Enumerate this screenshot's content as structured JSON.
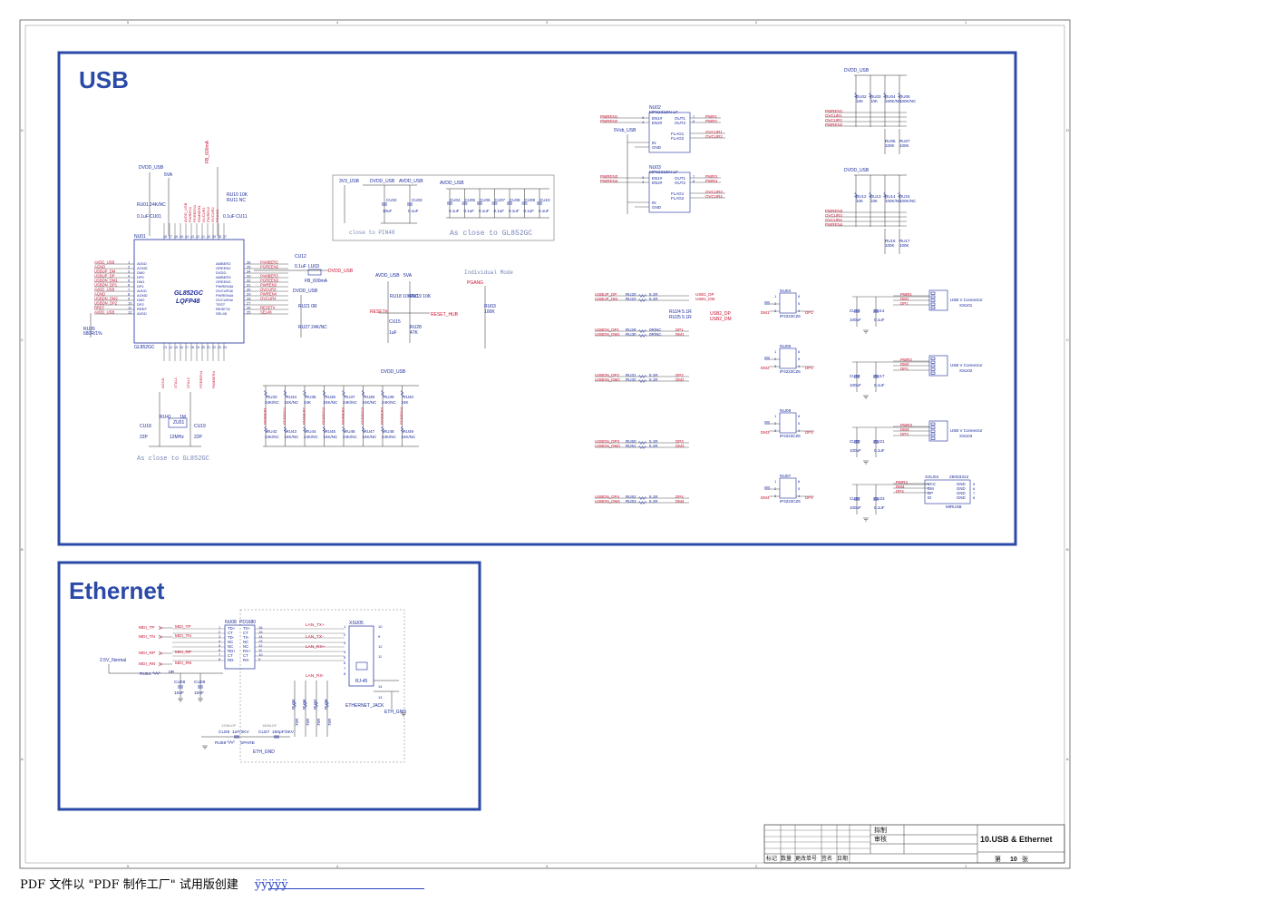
{
  "colors": {
    "frame": "#2b4aa8",
    "net": "#c8102e",
    "part": "#1a2a9c",
    "note": "#7a86b8",
    "wire": "#2a2a2a"
  },
  "sections": {
    "usb": "USB",
    "ethernet": "Ethernet"
  },
  "hub": {
    "ref": "NU01",
    "part": "GL852GC",
    "title": "GL852GC",
    "pkg": "LQFP48",
    "left_pins": [
      {
        "n": "1",
        "name": "AVDD",
        "net": "AVDD_USB"
      },
      {
        "n": "2",
        "name": "AGND",
        "net": "AGND"
      },
      {
        "n": "3",
        "name": "DM0",
        "net": "USBUP_DM"
      },
      {
        "n": "4",
        "name": "DP0",
        "net": "USBUP_DP"
      },
      {
        "n": "5",
        "name": "DM1",
        "net": "USBDN_DM1"
      },
      {
        "n": "6",
        "name": "DP1",
        "net": "USBDN_DP1"
      },
      {
        "n": "7",
        "name": "AVDD",
        "net": "AVDD_USB"
      },
      {
        "n": "8",
        "name": "AGND",
        "net": "AGND"
      },
      {
        "n": "9",
        "name": "DM2",
        "net": "USBDN_DM2"
      },
      {
        "n": "10",
        "name": "DP2",
        "net": "USBDN_DP2"
      },
      {
        "n": "11",
        "name": "RREF",
        "net": "RREF"
      },
      {
        "n": "12",
        "name": "AVDD",
        "net": "AVDD_USB"
      }
    ],
    "right_pins": [
      {
        "n": "36",
        "name": "AMBER2",
        "net": "PAMBER2"
      },
      {
        "n": "35",
        "name": "GREEN2",
        "net": "PGREEN2"
      },
      {
        "n": "34",
        "name": "DVDD",
        "net": ""
      },
      {
        "n": "33",
        "name": "AMBER3",
        "net": "PAMBER3"
      },
      {
        "n": "32",
        "name": "GREEN3",
        "net": "PGREEN3"
      },
      {
        "n": "31",
        "name": "PWREN3#",
        "net": "PWREN3"
      },
      {
        "n": "30",
        "name": "OVCUR3#",
        "net": "OVCUR3"
      },
      {
        "n": "29",
        "name": "PWREN4#",
        "net": "PWREN4"
      },
      {
        "n": "28",
        "name": "OVCUR4#",
        "net": "OVCUR4"
      },
      {
        "n": "27",
        "name": "TEST",
        "net": ""
      },
      {
        "n": "26",
        "name": "RESET#",
        "net": "RESET#"
      },
      {
        "n": "25",
        "name": "SEL48",
        "net": "SEL48"
      }
    ],
    "top_nets": [
      "AVDD_USB",
      "PWREN1",
      "PGREEN1",
      "PAMBER1",
      "OVCUR1",
      "PWREN2",
      "OVCUR2",
      "PGANG"
    ],
    "bottom_nets": [
      "AGND",
      "XTAL1",
      "XTAL2",
      "PGREEN4",
      "PAMBER4"
    ]
  },
  "labels": {
    "dvdd_usb": "DVDD_USB",
    "avdd_usb": "AVDD_USB",
    "v5": "5VA",
    "v3v3": "3V3_USB",
    "vbus": "5Vsb_USB",
    "close_pin48": "close to PIN48",
    "as_close_gl852gc": "As close to GL852GC",
    "as_close_to_gl852gc": "As close to GL852GC",
    "individual_mode": "Individual Mode",
    "pgang": "PGANG",
    "reset_hub": "RESET_HUB",
    "reset": "RESET#",
    "fb": "FB_600mA",
    "eth_gnd": "ETH_GND",
    "v2v5": "2.5V_Normal",
    "rj45": "RJ-45",
    "eth_jack": "ETHERNET_JACK",
    "mirusb": "MIRUSB",
    "part_no": "25003312"
  },
  "power_switches": [
    {
      "ref": "NU02",
      "part": "MP6231DN-LF",
      "in": [
        "PWREN1",
        "PWREN2"
      ],
      "out": [
        "PWR1",
        "PWR2"
      ],
      "flag": [
        "OVCUR1",
        "OVCUR2"
      ]
    },
    {
      "ref": "NU03",
      "part": "MP6231DN-LF",
      "in": [
        "PWREN3",
        "PWREN4"
      ],
      "out": [
        "PWR3",
        "PWR4"
      ],
      "flag": [
        "OVCUR3",
        "OVCUR4"
      ]
    }
  ],
  "pull_groups": [
    {
      "refs": [
        "RU02",
        "RU03",
        "RU04",
        "RU05"
      ],
      "vals": [
        "10K",
        "10K",
        "100K/NC",
        "100K/NC"
      ],
      "nets": [
        "PWREN1",
        "OVCUR1",
        "OVCUR2",
        "PWREN2"
      ],
      "lower": [
        "RU06 100K",
        "RU07 100K"
      ]
    },
    {
      "refs": [
        "RU12",
        "RU13",
        "RU14",
        "RU15"
      ],
      "vals": [
        "10K",
        "10K",
        "100K/NC",
        "100K/NC"
      ],
      "nets": [
        "PWREN3",
        "OVCUR3",
        "OVCUR4",
        "PWREN4"
      ],
      "lower": [
        "RU16 100K",
        "RU17 100K"
      ]
    }
  ],
  "decoupling": {
    "c_a": [
      "CU02 10uF",
      "CU03 0.1uF"
    ],
    "c_b": [
      "CU04 0.1uF",
      "CU05 0.1uF",
      "CU06 0.1uF",
      "CU07 0.1uF",
      "CU08 0.1uF",
      "CU09 0.1uF",
      "CU10 0.1uF"
    ]
  },
  "led_resistors": {
    "top": [
      "RU33 24K/NC",
      "RU34 24K/NC",
      "RU35 24K",
      "RU36 24K/NC",
      "RU37 24K/NC",
      "RU38 24K/NC",
      "RU39 24K/NC",
      "RU40 24K"
    ],
    "bottom": [
      "RU42 24K/NC",
      "RU43 24K/NC",
      "RU44 24K/NC",
      "RU45 24K/NC",
      "RU46 24K/NC",
      "RU47 24K/NC",
      "RU48 24K/NC",
      "RU49 24K/NC"
    ],
    "nets": [
      "PAMBER1",
      "PGREEN1",
      "PAMBER2",
      "PGREEN2",
      "PAMBER3",
      "PGREEN3",
      "PAMBER4",
      "PGREEN4"
    ]
  },
  "series_rows": [
    {
      "a": "USBUP_DP",
      "b": "USBUP_DM",
      "r": [
        "RU20 5.1R",
        "RU22 5.1R"
      ],
      "o": [
        "USB1_DP",
        "USB1_DM"
      ]
    },
    {
      "a": "USBDN_DP1",
      "b": "USBDN_DM1",
      "r": [
        "RU29 0R/NC",
        "RU30 0R/NC"
      ],
      "o": [
        "DP1",
        "DM1"
      ]
    },
    {
      "a": "USBDN_DP2",
      "b": "USBDN_DM2",
      "r": [
        "RU31 5.1R",
        "RU32 5.1R"
      ],
      "o": [
        "DP2",
        "DM2"
      ]
    },
    {
      "a": "USBDN_DP3",
      "b": "USBDN_DM3",
      "r": [
        "RU50 5.1R",
        "RU51 5.1R"
      ],
      "o": [
        "DP3",
        "DM3"
      ]
    },
    {
      "a": "USBDN_DP4",
      "b": "USBDN_DM4",
      "r": [
        "RU52 5.1R",
        "RU53 5.1R"
      ],
      "o": [
        "DP4",
        "DM4"
      ]
    }
  ],
  "esd": [
    {
      "ref": "NU04",
      "part": "IP4223CZ6",
      "a": "DM1",
      "b": "DP1"
    },
    {
      "ref": "NU05",
      "part": "IP4223CZ6",
      "a": "DM2",
      "b": "DP2"
    },
    {
      "ref": "NU06",
      "part": "IP4223CZ6",
      "a": "DM3",
      "b": "DP3"
    },
    {
      "ref": "NU07",
      "part": "IP4223CZ6",
      "a": "DM4",
      "b": "DP4"
    }
  ],
  "connectors": [
    {
      "ref": "XSU01",
      "name": "USB V Connector",
      "nets": [
        "PWR1",
        "DM1",
        "DP1"
      ],
      "caps": [
        "CU13 100uF",
        "CU14 0.1uF"
      ]
    },
    {
      "ref": "XSU02",
      "name": "USB V Connector",
      "nets": [
        "PWR2",
        "DM2",
        "DP2"
      ],
      "caps": [
        "CU16 100uF",
        "CU17 0.1uF"
      ]
    },
    {
      "ref": "XSU03",
      "name": "USB V Connector",
      "nets": [
        "PWR3",
        "DM3",
        "DP3"
      ],
      "caps": [
        "CU20 100uF",
        "CU21 0.1uF"
      ]
    },
    {
      "ref": "XSU04",
      "name": "MIRUSB",
      "nets": [
        "PWR4",
        "DM4",
        "DP4"
      ],
      "caps": [
        "CU22 100uF",
        "CU23 0.1uF"
      ]
    }
  ],
  "magnetics": {
    "ref": "NU08",
    "part": "PD1680",
    "left": [
      [
        "1",
        "TD+"
      ],
      [
        "2",
        "CT"
      ],
      [
        "3",
        "TD-"
      ],
      [
        "4",
        "NC"
      ],
      [
        "5",
        "NC"
      ],
      [
        "6",
        "RD+"
      ],
      [
        "7",
        "CT"
      ],
      [
        "8",
        "RD-"
      ]
    ],
    "right": [
      [
        "16",
        "TX+"
      ],
      [
        "15",
        "CT"
      ],
      [
        "14",
        "TX-"
      ],
      [
        "13",
        "NC"
      ],
      [
        "12",
        "NC"
      ],
      [
        "11",
        "RX+"
      ],
      [
        "10",
        "CT"
      ],
      [
        "9",
        "RX-"
      ]
    ],
    "in_nets": [
      "MDI_TP",
      "MDI_TN",
      "MDI_RP",
      "MDI_RN"
    ],
    "mid_nets": [
      "MDI_TP",
      "MDI_TN",
      "MDI_RP",
      "MDI_RN"
    ],
    "out_nets": [
      "LAN_TX+",
      "LAN_TX-",
      "LAN_RX+",
      "LAN_RX-"
    ],
    "jack": "XSU05",
    "parts": [
      "RU54 0R",
      "CU08 10nF",
      "CU09 10nF",
      "CU26 1nF/2KV",
      "CU27 150pF/3KV",
      "RU55 75R",
      "RU56 75R",
      "RU57 75R",
      "RU58 75R",
      "RU59 SPARE"
    ]
  },
  "title_block": {
    "draw": "拟制",
    "check": "审核",
    "title": "10.USB & Ethernet",
    "cols": [
      "标记",
      "数量",
      "更改单号",
      "签名",
      "日期"
    ],
    "sheet_prefix": "第",
    "sheet_no": "10",
    "sheet_suffix": "张"
  },
  "border": {
    "top": [
      "5",
      "4",
      "3",
      "2",
      "1"
    ],
    "bottom": [
      "5",
      "4",
      "3",
      "2",
      "1"
    ],
    "left": [
      "D",
      "C",
      "B",
      "A"
    ],
    "right": [
      "D",
      "C",
      "B",
      "A"
    ]
  },
  "footer": {
    "text": "PDF 文件以 \"PDF 制作工厂\" 试用版创建",
    "link": "ÿÿÿÿÿ"
  }
}
